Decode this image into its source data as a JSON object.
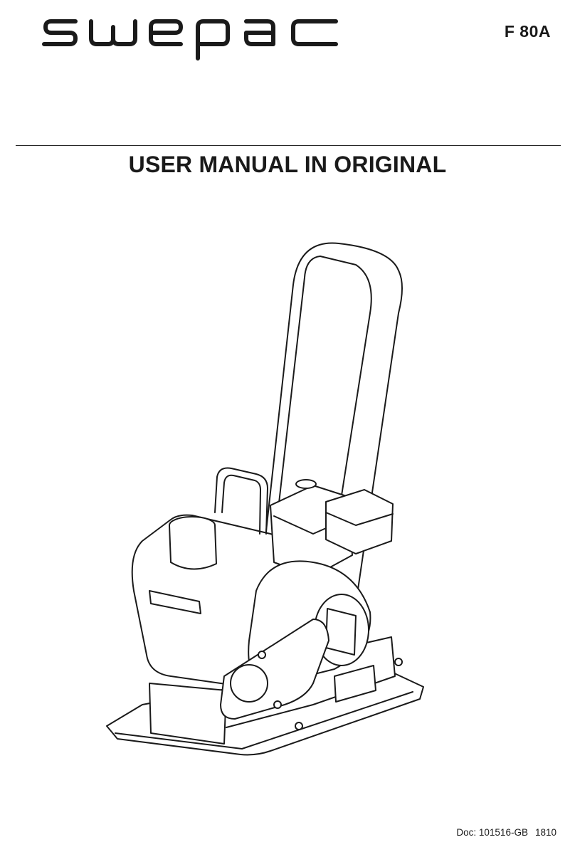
{
  "logo": {
    "text": "swepac"
  },
  "model": "F 80A",
  "title": "USER MANUAL IN ORIGINAL",
  "illustration": {
    "subject": "plate-compactor"
  },
  "footer": {
    "doc_label": "Doc: 101516-GB",
    "revision": "1810"
  }
}
